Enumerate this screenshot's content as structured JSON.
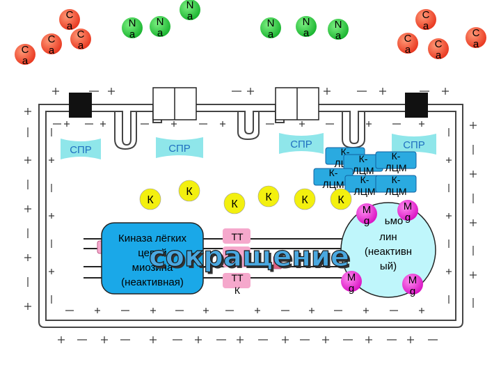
{
  "ions": {
    "calcium_label": [
      "C",
      "a"
    ],
    "sodium_label": [
      "N",
      "a"
    ],
    "potassium_label": "К",
    "magnesium_label": [
      "M",
      "g"
    ]
  },
  "colors": {
    "calcium": "#f04a2a",
    "sodium": "#22c33a",
    "potassium": "#f3f00f",
    "magnesium": "#ee16d6",
    "spr": "#8fe6ea",
    "k_lcm": "#2aaae0",
    "kinase": "#1aa8e8",
    "calmodulin": "#bff6fb",
    "tt": "#f5a8cc",
    "wordart_fill": "#4aa8e0",
    "membrane_marks": "#333333"
  },
  "channel_labels": [],
  "spr_label": "СПР",
  "k_lcm_label": [
    "К-",
    "ЛЦМ"
  ],
  "kinase_lines": [
    "Киназа лёгких",
    "цепей",
    "миозина",
    "(неактивная)"
  ],
  "calmodulin_lines": [
    "Кальмодулин",
    "лин",
    "(неактивн",
    "ый)"
  ],
  "calmodulin_prefix": "ьмо",
  "tt_lines": [
    "ТТ",
    "К"
  ],
  "wordart": "сокращение"
}
